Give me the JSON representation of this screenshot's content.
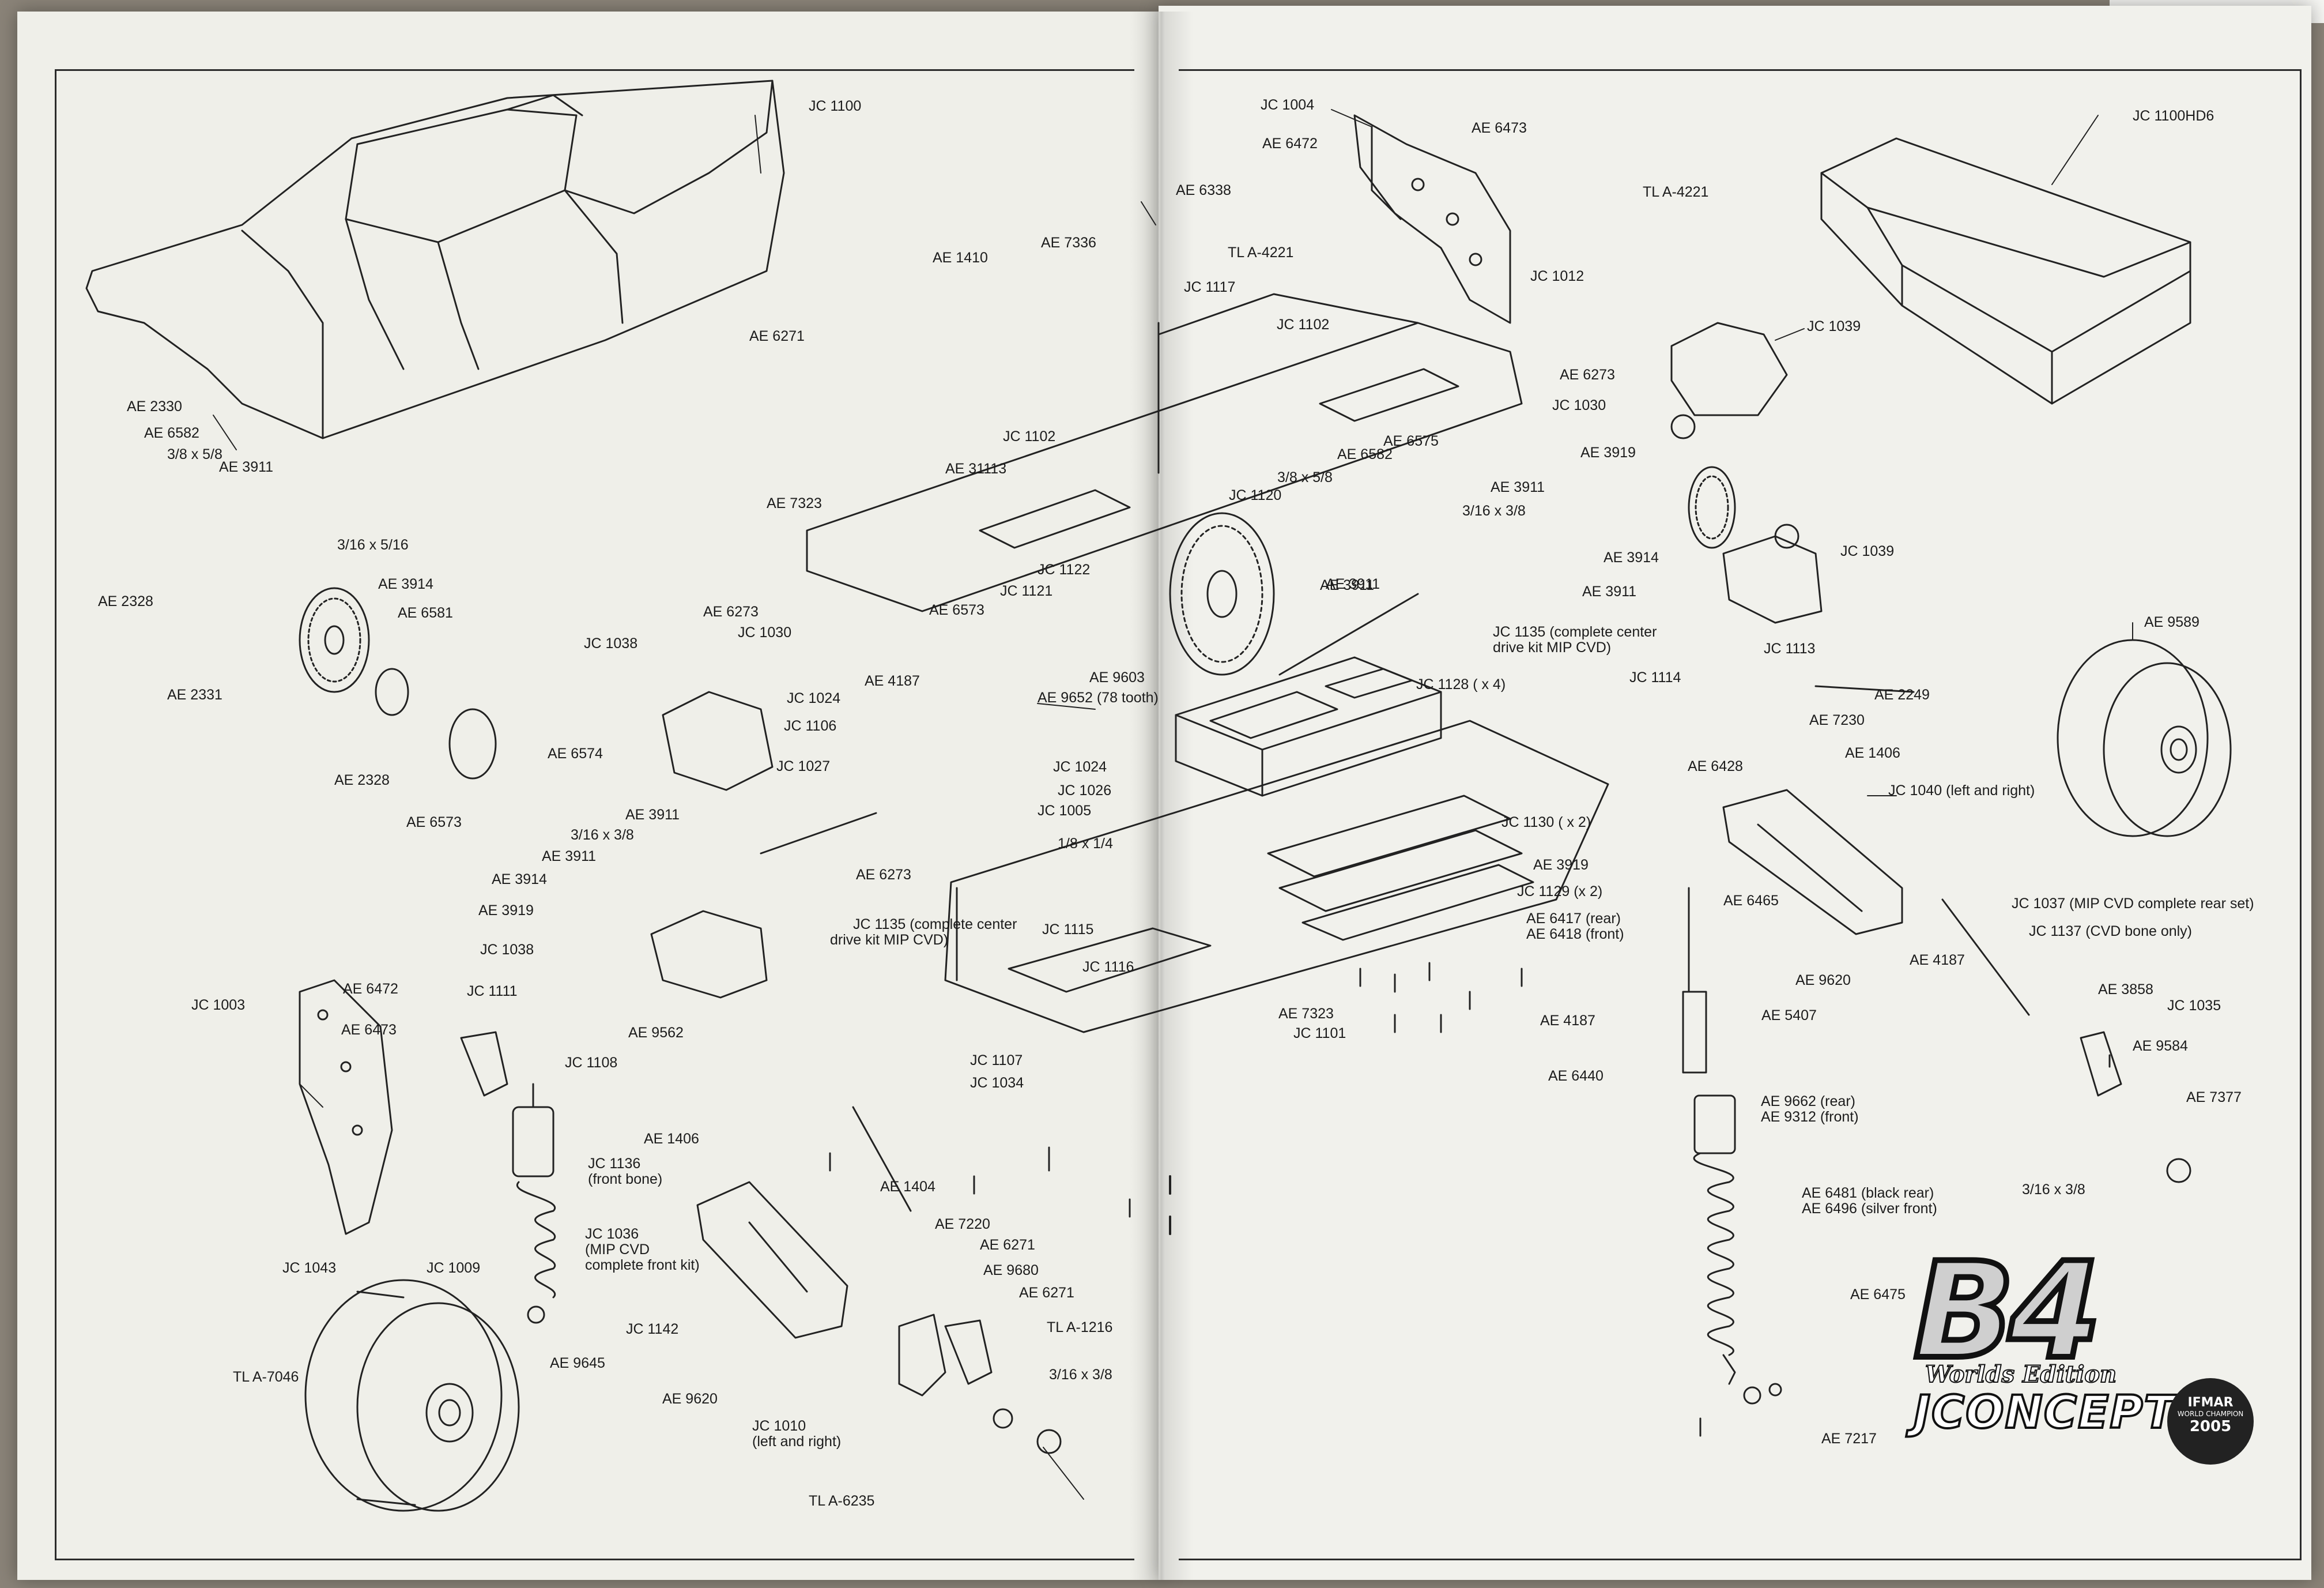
{
  "labels": [
    {
      "id": "jc-1100",
      "text": "JC 1100"
    },
    {
      "id": "ae-2330",
      "text": "AE 2330"
    },
    {
      "id": "ae-6582-l",
      "text": "AE 6582"
    },
    {
      "id": "d-3-8x5-8-l",
      "text": "3/8 x 5/8"
    },
    {
      "id": "ae-3911-l1",
      "text": "AE 3911"
    },
    {
      "id": "d-3-16x5-16",
      "text": "3/16 x 5/16"
    },
    {
      "id": "ae-2328-a",
      "text": "AE 2328"
    },
    {
      "id": "ae-3914-l",
      "text": "AE 3914"
    },
    {
      "id": "ae-6581",
      "text": "AE 6581"
    },
    {
      "id": "ae-2331",
      "text": "AE 2331"
    },
    {
      "id": "ae-2328-b",
      "text": "AE 2328"
    },
    {
      "id": "ae-6574",
      "text": "AE 6574"
    },
    {
      "id": "ae-6573-a",
      "text": "AE 6573"
    },
    {
      "id": "ae-1410",
      "text": "AE 1410"
    },
    {
      "id": "ae-7336",
      "text": "AE 7336"
    },
    {
      "id": "ae-6271-a",
      "text": "AE 6271"
    },
    {
      "id": "ae-6338",
      "text": "AE 6338"
    },
    {
      "id": "jc-1117",
      "text": "JC 1117"
    },
    {
      "id": "jc-1102-a",
      "text": "JC 1102"
    },
    {
      "id": "jc-1102-b",
      "text": "JC 1102"
    },
    {
      "id": "ae-31113",
      "text": "AE 31113"
    },
    {
      "id": "ae-7323-a",
      "text": "AE 7323"
    },
    {
      "id": "jc-1120",
      "text": "JC 1120"
    },
    {
      "id": "ae-6582-m",
      "text": "AE 6582"
    },
    {
      "id": "d-3-8x5-8-m",
      "text": "3/8 x 5/8"
    },
    {
      "id": "ae-6575",
      "text": "AE 6575"
    },
    {
      "id": "jc-1122",
      "text": "JC 1122"
    },
    {
      "id": "jc-1121",
      "text": "JC 1121"
    },
    {
      "id": "ae-6573-b",
      "text": "AE 6573"
    },
    {
      "id": "ae-6273-a",
      "text": "AE 6273"
    },
    {
      "id": "jc-1030-a",
      "text": "JC 1030"
    },
    {
      "id": "jc-1038-a",
      "text": "JC 1038"
    },
    {
      "id": "ae-4187-a",
      "text": "AE 4187"
    },
    {
      "id": "jc-1024-a",
      "text": "JC 1024"
    },
    {
      "id": "jc-1106",
      "text": "JC 1106"
    },
    {
      "id": "jc-1027",
      "text": "JC 1027"
    },
    {
      "id": "jc-1024-b",
      "text": "JC 1024"
    },
    {
      "id": "jc-1026",
      "text": "JC 1026"
    },
    {
      "id": "jc-1005",
      "text": "JC 1005"
    },
    {
      "id": "ae-9603",
      "text": "AE 9603"
    },
    {
      "id": "ae-9652",
      "text": "AE 9652 (78 tooth)"
    },
    {
      "id": "ae-3911-m",
      "text": "AE 3911"
    },
    {
      "id": "d-1-8x1-4",
      "text": "1/8 x 1/4"
    },
    {
      "id": "ae-3911-l2",
      "text": "AE 3911"
    },
    {
      "id": "d-3-16x3-8-l",
      "text": "3/16 x 3/8"
    },
    {
      "id": "ae-3911-l3",
      "text": "AE 3911"
    },
    {
      "id": "ae-3914-l2",
      "text": "AE 3914"
    },
    {
      "id": "ae-3919-l",
      "text": "AE 3919"
    },
    {
      "id": "jc-1038-b",
      "text": "JC 1038"
    },
    {
      "id": "ae-6273-b",
      "text": "AE 6273"
    },
    {
      "id": "jc-1135-l",
      "text": "JC 1135 (complete center"
    },
    {
      "id": "jc-1135-l2",
      "text": "drive kit MIP CVD)"
    },
    {
      "id": "jc-1115",
      "text": "JC 1115"
    },
    {
      "id": "jc-1116",
      "text": "JC 1116"
    },
    {
      "id": "jc-1004",
      "text": "JC 1004"
    },
    {
      "id": "ae-6472-a",
      "text": "AE 6472"
    },
    {
      "id": "ae-6473-a",
      "text": "AE 6473"
    },
    {
      "id": "tla-4221-a",
      "text": "TL A-4221"
    },
    {
      "id": "tla-4221-b",
      "text": "TL A-4221"
    },
    {
      "id": "jc-1012",
      "text": "JC 1012"
    },
    {
      "id": "ae-6273-r",
      "text": "AE 6273"
    },
    {
      "id": "jc-1030-r",
      "text": "JC 1030"
    },
    {
      "id": "ae-3919-r",
      "text": "AE 3919"
    },
    {
      "id": "ae-3911-r1",
      "text": "AE 3911"
    },
    {
      "id": "d-3-16x3-8-r",
      "text": "3/16 x 3/8"
    },
    {
      "id": "ae-3914-r",
      "text": "AE 3914"
    },
    {
      "id": "ae-3911-r2",
      "text": "AE 3911"
    },
    {
      "id": "ae-3911-r3",
      "text": "AE 3911"
    },
    {
      "id": "jc-1135-r",
      "text": "JC 1135 (complete center"
    },
    {
      "id": "jc-1135-r2",
      "text": "drive kit MIP CVD)"
    },
    {
      "id": "jc-1039-a",
      "text": "JC 1039"
    },
    {
      "id": "jc-1039-b",
      "text": "JC 1039"
    },
    {
      "id": "jc-1100hd6",
      "text": "JC 1100HD6"
    },
    {
      "id": "jc-1113",
      "text": "JC 1113"
    },
    {
      "id": "jc-1114",
      "text": "JC 1114"
    },
    {
      "id": "jc-1128",
      "text": "JC 1128 ( x 4)"
    },
    {
      "id": "ae-2249",
      "text": "AE 2249"
    },
    {
      "id": "ae-9589",
      "text": "AE 9589"
    },
    {
      "id": "ae-7230",
      "text": "AE 7230"
    },
    {
      "id": "ae-1406-r",
      "text": "AE 1406"
    },
    {
      "id": "ae-6428",
      "text": "AE 6428"
    },
    {
      "id": "jc-1040",
      "text": "JC 1040 (left and right)"
    },
    {
      "id": "jc-1130",
      "text": "JC 1130 ( x 2)"
    },
    {
      "id": "jc-1129",
      "text": "JC 1129 (x 2)"
    },
    {
      "id": "ae-3919-r2",
      "text": "AE 3919"
    },
    {
      "id": "ae-6465",
      "text": "AE 6465"
    },
    {
      "id": "ae-6417",
      "text": "AE 6417 (rear)"
    },
    {
      "id": "ae-6418",
      "text": "AE 6418 (front)"
    },
    {
      "id": "jc-1037",
      "text": "JC 1037 (MIP CVD complete rear set)"
    },
    {
      "id": "jc-1137",
      "text": "JC 1137 (CVD bone only)"
    },
    {
      "id": "ae-9620-r",
      "text": "AE 9620"
    },
    {
      "id": "ae-4187-r",
      "text": "AE 4187"
    },
    {
      "id": "ae-7323-b",
      "text": "AE 7323"
    },
    {
      "id": "jc-1101",
      "text": "JC 1101"
    },
    {
      "id": "ae-3858",
      "text": "AE 3858"
    },
    {
      "id": "jc-1035",
      "text": "JC 1035"
    },
    {
      "id": "ae-4187-c",
      "text": "AE 4187"
    },
    {
      "id": "ae-5407",
      "text": "AE 5407"
    },
    {
      "id": "ae-9584",
      "text": "AE 9584"
    },
    {
      "id": "ae-6440",
      "text": "AE 6440"
    },
    {
      "id": "ae-7377",
      "text": "AE 7377"
    },
    {
      "id": "ae-9662",
      "text": "AE 9662 (rear)"
    },
    {
      "id": "ae-9312",
      "text": "AE 9312 (front)"
    },
    {
      "id": "d-3-16x3-8-rr",
      "text": "3/16 x 3/8"
    },
    {
      "id": "ae-6481",
      "text": "AE 6481 (black rear)"
    },
    {
      "id": "ae-6496",
      "text": "AE 6496 (silver front)"
    },
    {
      "id": "ae-6475",
      "text": "AE 6475"
    },
    {
      "id": "ae-7217",
      "text": "AE 7217"
    },
    {
      "id": "jc-1003",
      "text": "JC 1003"
    },
    {
      "id": "ae-6472-b",
      "text": "AE 6472"
    },
    {
      "id": "jc-1111",
      "text": "JC 1111"
    },
    {
      "id": "ae-6473-b",
      "text": "AE 6473"
    },
    {
      "id": "ae-9562",
      "text": "AE 9562"
    },
    {
      "id": "jc-1107",
      "text": "JC 1107"
    },
    {
      "id": "jc-1034",
      "text": "JC 1034"
    },
    {
      "id": "jc-1108",
      "text": "JC 1108"
    },
    {
      "id": "ae-1406-l",
      "text": "AE 1406"
    },
    {
      "id": "jc-1136",
      "text": "JC 1136"
    },
    {
      "id": "jc-1136b",
      "text": "(front bone)"
    },
    {
      "id": "ae-1404",
      "text": "AE 1404"
    },
    {
      "id": "jc-1036",
      "text": "JC 1036"
    },
    {
      "id": "jc-1036b",
      "text": "(MIP CVD"
    },
    {
      "id": "jc-1036c",
      "text": "complete front kit)"
    },
    {
      "id": "ae-7220",
      "text": "AE 7220"
    },
    {
      "id": "ae-6271-b",
      "text": "AE 6271"
    },
    {
      "id": "ae-9680",
      "text": "AE 9680"
    },
    {
      "id": "ae-6271-c",
      "text": "AE 6271"
    },
    {
      "id": "tla-1216",
      "text": "TL A-1216"
    },
    {
      "id": "jc-1043",
      "text": "JC 1043"
    },
    {
      "id": "jc-1009",
      "text": "JC 1009"
    },
    {
      "id": "jc-1142",
      "text": "JC 1142"
    },
    {
      "id": "d-3-16x3-8-f",
      "text": "3/16 x 3/8"
    },
    {
      "id": "tla-7046",
      "text": "TL A-7046"
    },
    {
      "id": "ae-9645",
      "text": "AE 9645"
    },
    {
      "id": "ae-9620-l",
      "text": "AE 9620"
    },
    {
      "id": "jc-1010",
      "text": "JC 1010"
    },
    {
      "id": "jc-1010b",
      "text": "(left and right)"
    },
    {
      "id": "tla-6235",
      "text": "TL A-6235"
    }
  ],
  "logo": {
    "mark": "B4",
    "edition": "Worlds Edition",
    "brand": "JCONCEPTS",
    "seal_line1": "IFMAR",
    "seal_line2": "WORLD CHAMPION",
    "seal_line3": "2005"
  },
  "colors": {
    "ink": "#1c1c1c",
    "paper": "#efefe9",
    "background": "#8a8378"
  },
  "icons": [
    "exploded-parts-diagram",
    "body-shell",
    "wing",
    "wheel",
    "shock-absorber",
    "gear"
  ]
}
